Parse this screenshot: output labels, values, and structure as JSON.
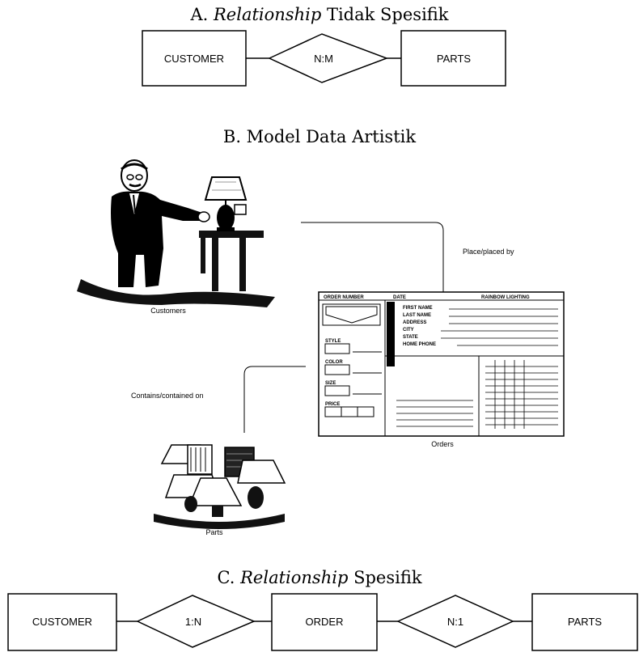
{
  "section_a": {
    "title_italic": "Relationship",
    "title_prefix": "A.",
    "title_suffix": "Tidak Spesifik",
    "entity_left": "CUSTOMER",
    "relationship": "N:M",
    "entity_right": "PARTS"
  },
  "section_b": {
    "title": "B. Model Data Artistik",
    "customers_label": "Customers",
    "parts_label": "Parts",
    "orders_label": "Orders",
    "place_label": "Place/placed by",
    "contains_label": "Contains/contained on",
    "form": {
      "order_number": "ORDER NUMBER",
      "date": "DATE",
      "header_right": "RAINBOW LIGHTING",
      "left_fields": [
        "STYLE",
        "COLOR",
        "SIZE",
        "PRICE"
      ],
      "customer_fields": [
        "FIRST NAME",
        "LAST NAME",
        "ADDRESS",
        "CITY",
        "STATE",
        "HOME PHONE"
      ]
    }
  },
  "section_c": {
    "title_prefix": "C.",
    "title_italic": "Relationship",
    "title_suffix": "Spesifik",
    "entity_1": "CUSTOMER",
    "relationship_1": "1:N",
    "entity_2": "ORDER",
    "relationship_2": "N:1",
    "entity_3": "PARTS"
  }
}
